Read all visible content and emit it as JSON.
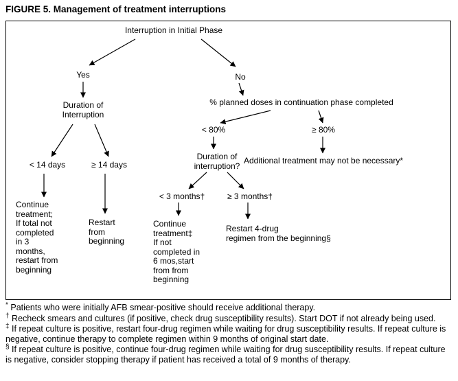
{
  "figure": {
    "title": "FIGURE 5. Management of treatment interruptions"
  },
  "nodes": {
    "root": "Interruption in Initial Phase",
    "yes": "Yes",
    "no": "No",
    "duration_initial": "Duration of\nInterruption",
    "lt14": "< 14 days",
    "ge14": "≥ 14 days",
    "continue_initial": "Continue\ntreatment;\nIf total not\ncompleted\nin 3\nmonths,\nrestart from\nbeginning",
    "restart_initial": "Restart\nfrom\nbeginning",
    "pct_doses": "% planned doses in continuation phase completed",
    "lt80": "< 80%",
    "ge80": "≥ 80%",
    "duration_interruption": "Duration of\ninterruption?",
    "additional": "Additional treatment may not be necessary*",
    "lt3": "< 3 months†",
    "ge3": "≥ 3 months†",
    "continue_cont": "Continue\ntreatment‡\nIf not\ncompleted in\n6 mos,start\nfrom from\nbeginning",
    "restart_cont": "Restart 4-drug\nregimen from the beginning§"
  },
  "footnotes": [
    {
      "marker": "*",
      "text": "Patients who were initially AFB smear-positive should receive additional therapy."
    },
    {
      "marker": "†",
      "text": "Recheck smears and cultures (if positive, check drug susceptibility results). Start DOT if not already being used."
    },
    {
      "marker": "‡",
      "text": "If repeat culture is positive, restart four-drug regimen while waiting for drug susceptibility results. If repeat culture is negative, continue therapy to complete regimen within 9 months of original start date."
    },
    {
      "marker": "§",
      "text": "If repeat culture is positive, continue four-drug regimen while waiting for drug susceptibility results. If repeat culture is negative, consider stopping therapy if patient has received a total of 9 months of therapy."
    }
  ]
}
